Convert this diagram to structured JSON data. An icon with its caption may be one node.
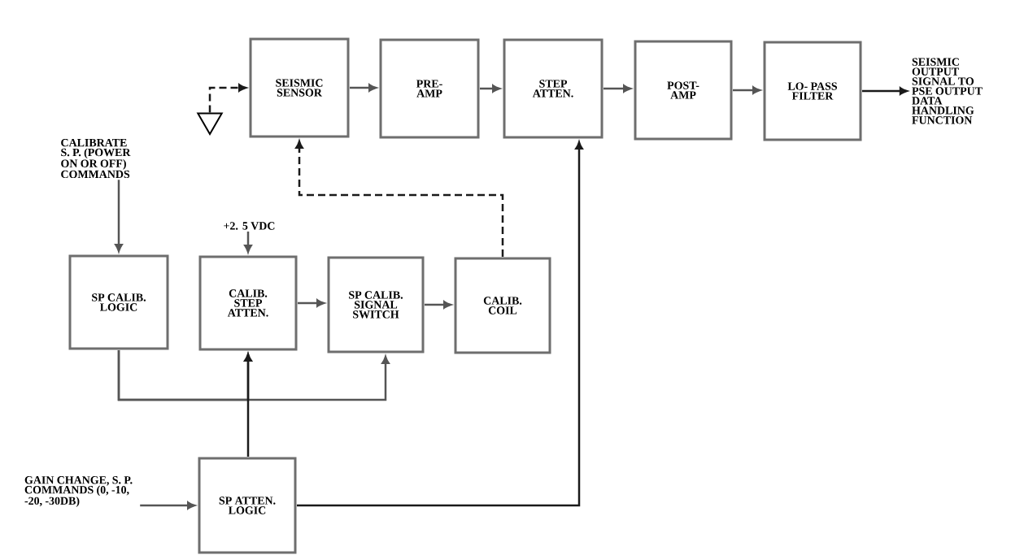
{
  "diagram": {
    "nodes": [
      {
        "text": [
          "SEISMIC SENSOR"
        ]
      },
      {
        "text": [
          "PRE- AMP"
        ]
      },
      {
        "text": [
          "STEP ATTEN."
        ]
      },
      {
        "text": [
          "POST- AMP"
        ]
      },
      {
        "text": [
          "LO- PASS FILTER"
        ]
      },
      {
        "text": [
          "SEISMIC OUTPUT SIGNAL TO PSE OUTPUT DATA HANDLING FUNCTION"
        ]
      },
      {
        "text": [
          "CALIBRATE S. P. (POWER ON OR OFF) COMMANDS"
        ]
      },
      {
        "text": [
          "+2. 5 VDC"
        ]
      },
      {
        "text": [
          "SP CALIB. LOGIC"
        ]
      },
      {
        "text": [
          "CALIB. STEP ATTEN."
        ]
      },
      {
        "text": [
          "SP CALIB. SIGNAL SWITCH"
        ]
      },
      {
        "text": [
          "CALIB. COIL"
        ]
      },
      {
        "text": [
          "GAIN CHANGE, S. P. COMMANDS (0, -10, -20, -30DB)"
        ]
      },
      {
        "text": [
          "SP ATTEN. LOGIC"
        ]
      },
      {
        "text": [],
        "shape": "triangle"
      }
    ],
    "edges": [
      {
        "from": 0,
        "to": 1,
        "arrow": "to"
      },
      {
        "from": 1,
        "to": 2,
        "arrow": "to"
      },
      {
        "from": 2,
        "to": 3,
        "arrow": "to"
      },
      {
        "from": 3,
        "to": 4,
        "arrow": "to"
      },
      {
        "from": 4,
        "to": 5,
        "arrow": "to",
        "color": "#1a1a1a"
      },
      {
        "from": 6,
        "to": 8,
        "arrow": "to"
      },
      {
        "from": 7,
        "to": 9,
        "arrow": "to"
      },
      {
        "from": 9,
        "to": 10,
        "arrow": "to"
      },
      {
        "from": 10,
        "to": 11,
        "arrow": "to"
      },
      {
        "from": 11,
        "to": 0,
        "arrow": "to",
        "style": "dashed",
        "color": "#1a1a1a"
      },
      {
        "from": 8,
        "to": 9,
        "arrow": "to"
      },
      {
        "from": 8,
        "to": 10,
        "arrow": "to"
      },
      {
        "from": 13,
        "to": 9,
        "arrow": "to",
        "color": "#1a1a1a"
      },
      {
        "from": 13,
        "to": 2,
        "arrow": "to",
        "color": "#1a1a1a"
      },
      {
        "from": 12,
        "to": 13,
        "arrow": "to"
      },
      {
        "from": 14,
        "to": 0,
        "arrow": "to",
        "style": "dashed",
        "color": "#1a1a1a"
      }
    ]
  }
}
